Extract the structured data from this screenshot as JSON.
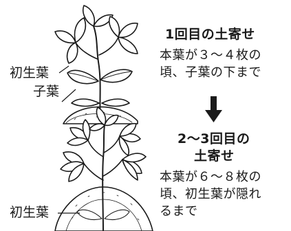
{
  "stage1": {
    "heading": "1回目の土寄せ",
    "line1": "本葉が３～４枚の",
    "line2": "頃、子葉の下まで",
    "label_primary_leaf": "初生葉",
    "label_cotyledon": "子葉"
  },
  "stage2": {
    "heading_line1": "2～3回目の",
    "heading_line2": "土寄せ",
    "line1": "本葉が６～８枚の",
    "line2": "頃、初生葉が隠れ",
    "line3": "るまで",
    "label_primary_leaf": "初生葉"
  },
  "colors": {
    "ink": "#1a1a1a",
    "leaf": "#ffffff",
    "soil": "#ffffff"
  }
}
